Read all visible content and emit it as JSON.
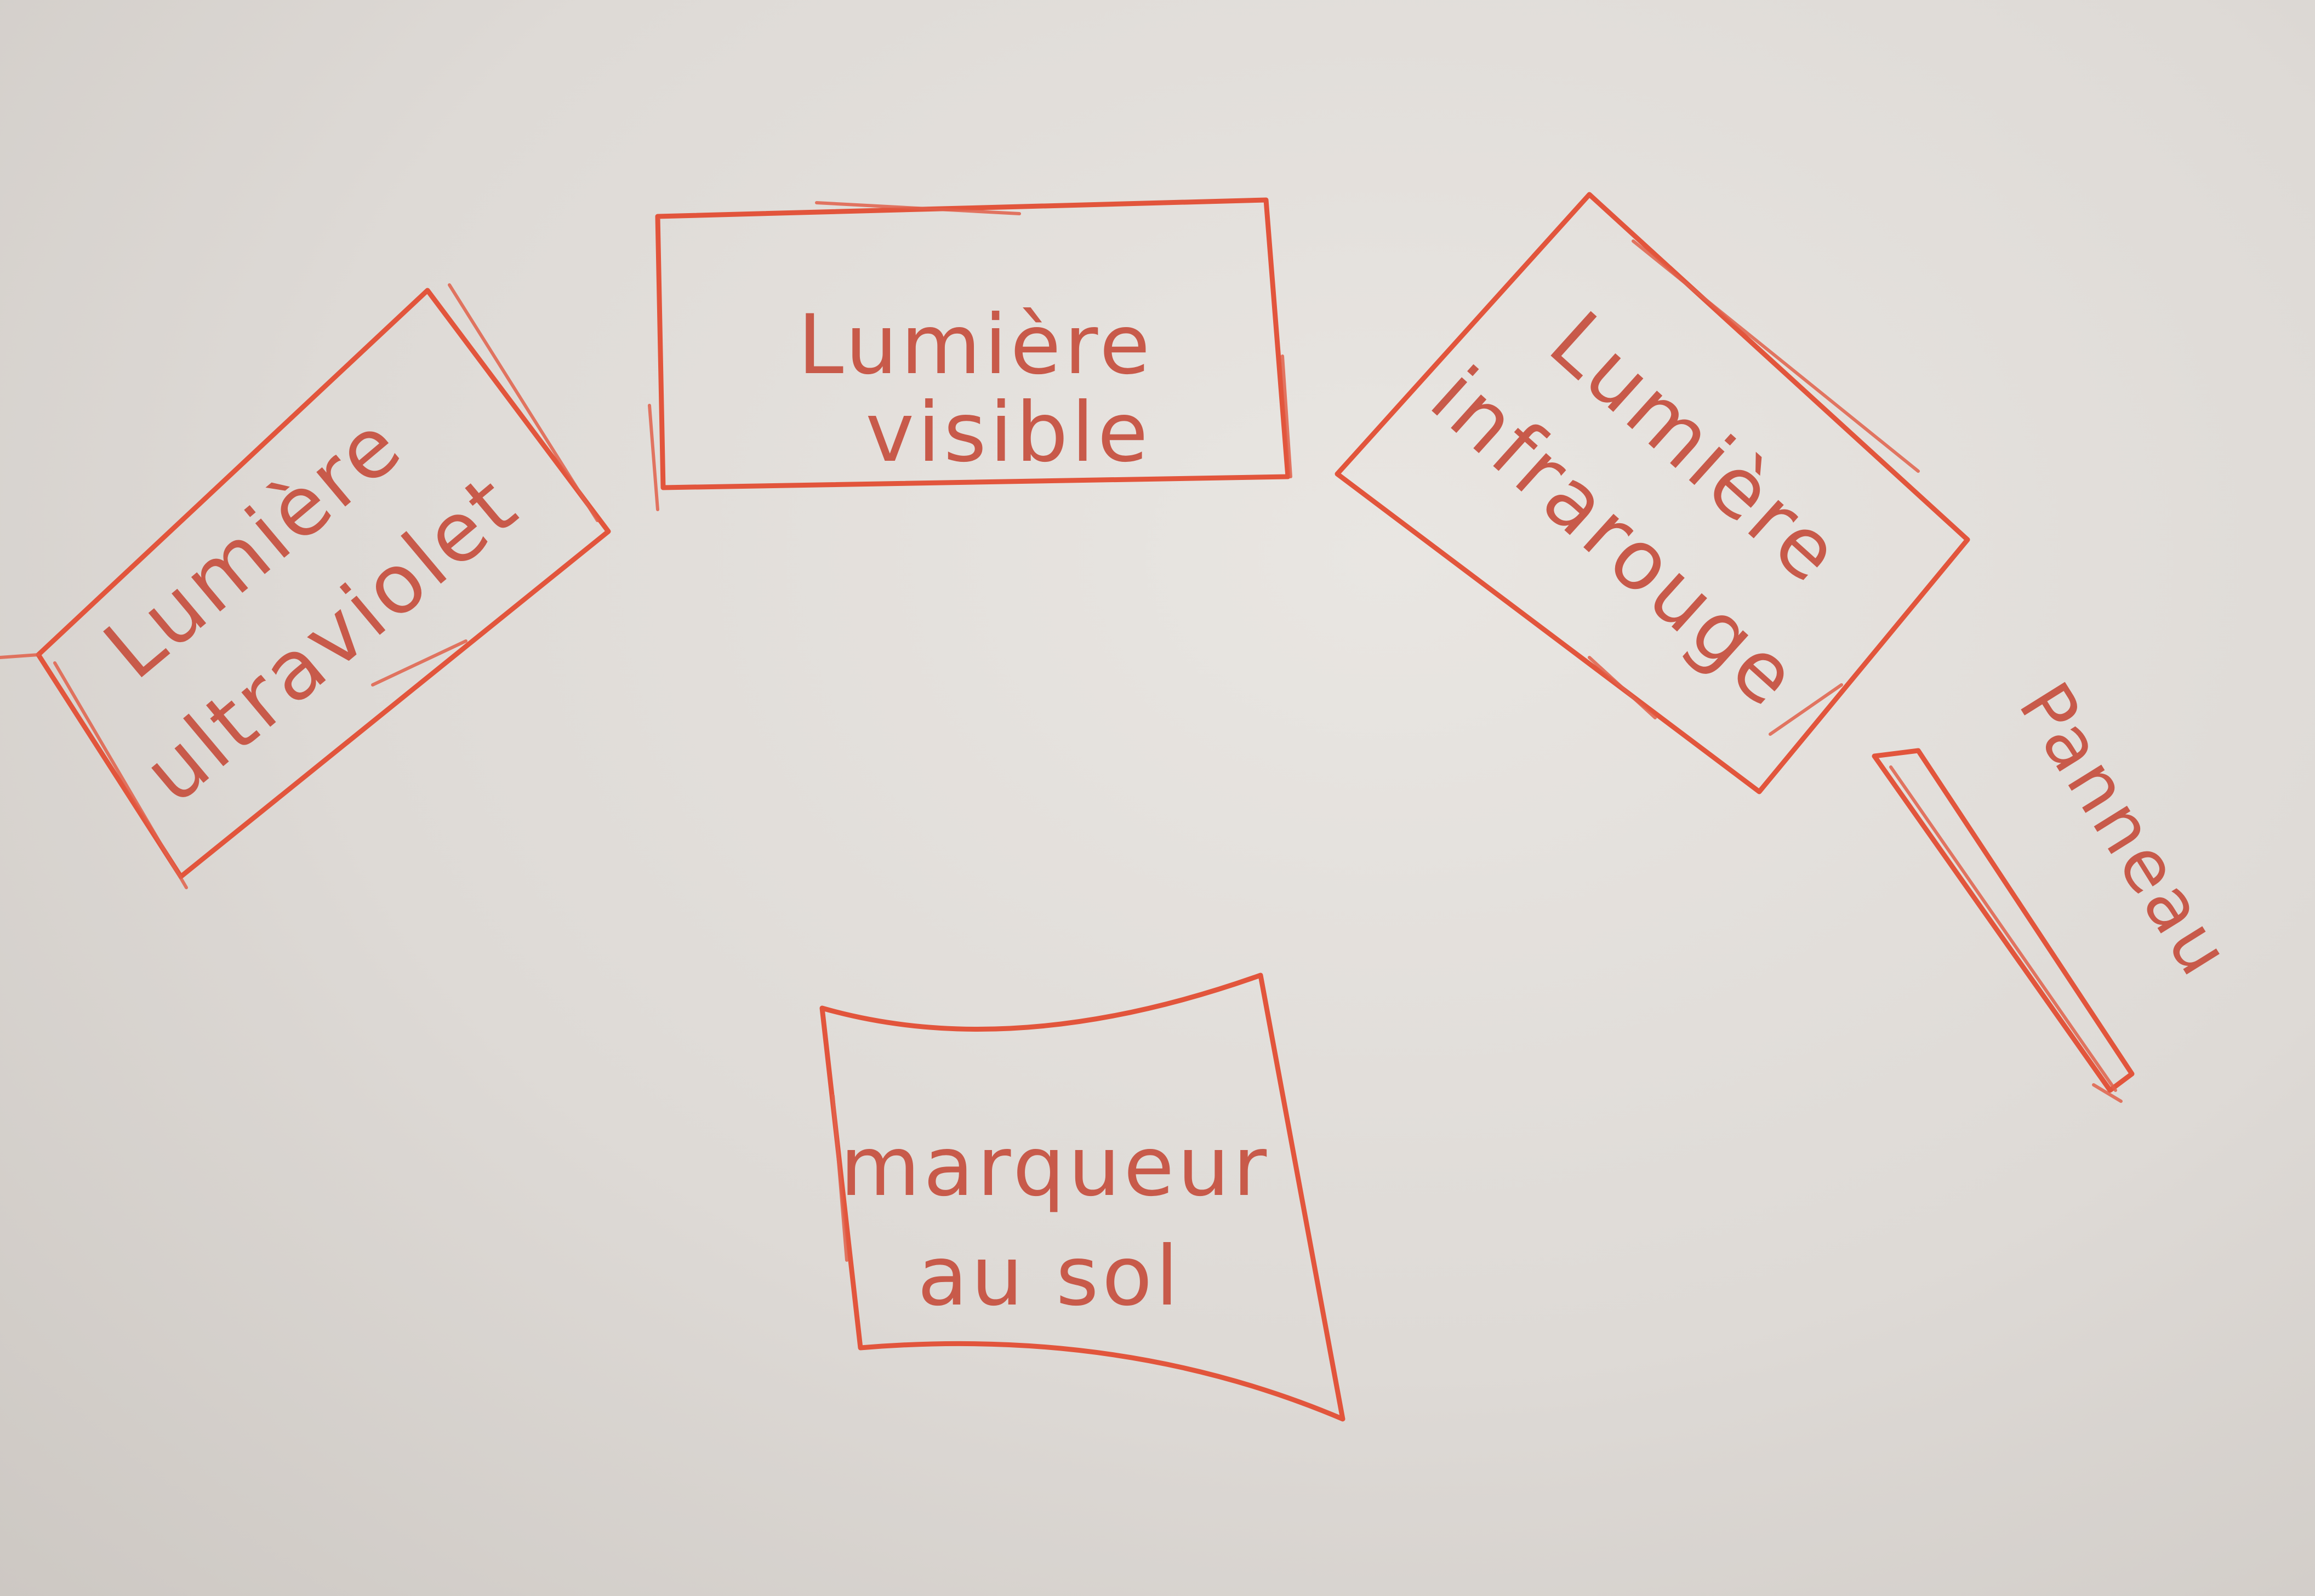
{
  "diagram": {
    "ink_color": "#e2553c",
    "text_color": "#c85a4a",
    "paper_color": "#e0dcd8",
    "nodes": [
      {
        "id": "uv",
        "lines": [
          "Lumière",
          "ultraviolet"
        ]
      },
      {
        "id": "visible",
        "lines": [
          "Lumière",
          "visible"
        ]
      },
      {
        "id": "infrared",
        "lines": [
          "Lumière",
          "infrarouge"
        ]
      },
      {
        "id": "panel",
        "lines": [
          "Panneau"
        ]
      },
      {
        "id": "ground-marker",
        "lines": [
          "marqueur",
          "au sol"
        ]
      }
    ]
  }
}
